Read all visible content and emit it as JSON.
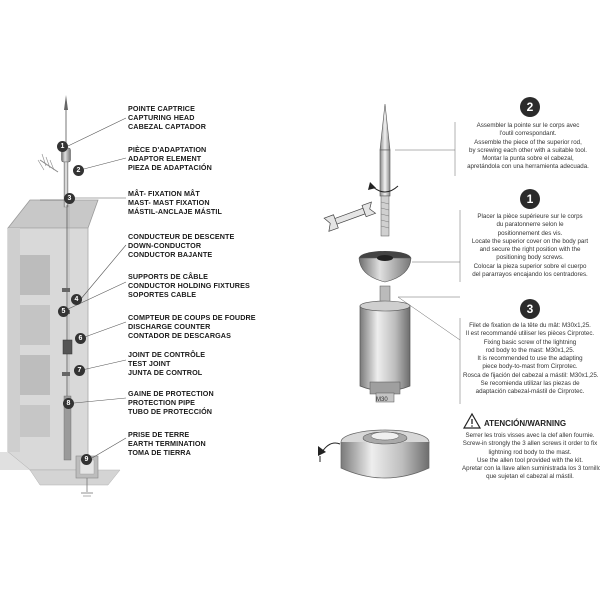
{
  "legend": [
    {
      "num": "1",
      "lines": [
        "POINTE CAPTRICE",
        "CAPTURING HEAD",
        "CABEZAL CAPTADOR"
      ]
    },
    {
      "num": "2",
      "lines": [
        "PIÈCE D'ADAPTATION",
        "ADAPTOR ELEMENT",
        "PIEZA DE ADAPTACIÓN"
      ]
    },
    {
      "num": "3",
      "lines": [
        "MÂT- FIXATION MÂT",
        "MAST- MAST FIXATION",
        "MÁSTIL-ANCLAJE MÁSTIL"
      ]
    },
    {
      "num": "4",
      "lines": [
        "CONDUCTEUR DE DESCENTE",
        "DOWN-CONDUCTOR",
        "CONDUCTOR BAJANTE"
      ]
    },
    {
      "num": "5",
      "lines": [
        "SUPPORTS DE CÂBLE",
        "CONDUCTOR HOLDING FIXTURES",
        "SOPORTES CABLE"
      ]
    },
    {
      "num": "6",
      "lines": [
        "COMPTEUR DE COUPS DE FOUDRE",
        "DISCHARGE COUNTER",
        "CONTADOR DE DESCARGAS"
      ]
    },
    {
      "num": "7",
      "lines": [
        "JOINT DE CONTRÔLE",
        "TEST JOINT",
        "JUNTA DE CONTROL"
      ]
    },
    {
      "num": "8",
      "lines": [
        "GAINE DE PROTECTION",
        "PROTECTION PIPE",
        "TUBO DE PROTECCIÓN"
      ]
    },
    {
      "num": "9",
      "lines": [
        "PRISE DE TERRE",
        "EARTH TERMINATION",
        "TOMA DE TIERRA"
      ]
    }
  ],
  "steps": [
    {
      "num": "2",
      "lines": [
        "Assembler la pointe sur le corps avec",
        "l'outil correspondant.",
        "Assemble the piece of the superior rod,",
        "by screwing each other with a suitable tool.",
        "Montar la punta sobre el cabezal,",
        "apretándola con una herramienta adecuada."
      ]
    },
    {
      "num": "1",
      "lines": [
        "Placer la pièce supérieure sur le corps",
        "du paratonnerre selon le",
        "positionnement des vis.",
        "Locate the superior cover on the body part",
        "and secure the right position with the",
        "positioning body screws.",
        "Colocar la pieza superior sobre el cuerpo",
        "del pararrayos encajando los centradores."
      ]
    },
    {
      "num": "3",
      "lines": [
        "Filet de fixation de la tête du mât: M30x1,25.",
        "Il est recommandé utiliser les pièces Cirprotec.",
        "Fixing basic screw of the lightning",
        "rod body to the mast: M30x1,25.",
        "It is recommended to use the adapting",
        "piece body-to-mast from Cirprotec.",
        "Rosca de fijación del cabezal a mástil: M30x1,25.",
        "Se recomienda utilizar las piezas de",
        "adaptación cabezal-mástil de Cirprotec."
      ]
    }
  ],
  "warning": {
    "title": "ATENCIÓN/WARNING",
    "lines": [
      "Serrer les trois visses avec la clef allen fournie.",
      "Screw-in strongly the 3 allen screws it order to fix",
      "lightning rod body to the mast.",
      "Use the allen tool provided with the kit.",
      "Apretar con la llave allen suministrada los 3 tornillos",
      "que sujetan el cabezal al mástil."
    ]
  },
  "thread_label": "M30"
}
